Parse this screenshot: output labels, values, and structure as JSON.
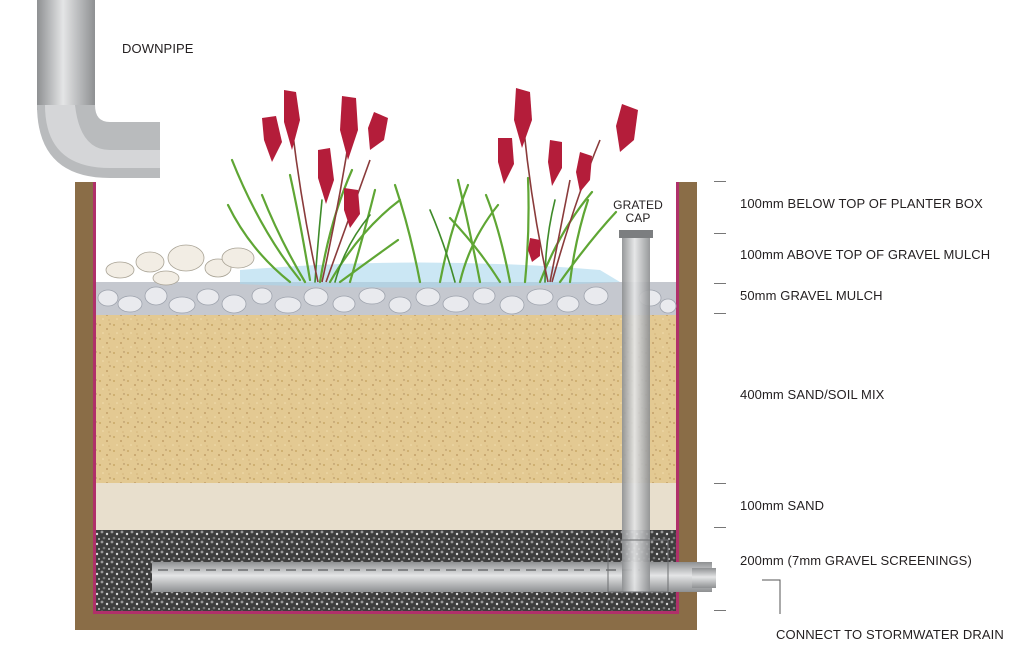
{
  "labels": {
    "downpipe": "DOWNPIPE",
    "grated_cap_line1": "GRATED",
    "grated_cap_line2": "CAP",
    "below_top": "100mm BELOW TOP OF PLANTER BOX",
    "above_gravel": "100mm ABOVE TOP OF GRAVEL MULCH",
    "gravel_mulch": "50mm GRAVEL MULCH",
    "sand_soil": "400mm SAND/SOIL MIX",
    "sand": "100mm SAND",
    "screenings": "200mm (7mm GRAVEL SCREENINGS)",
    "connect": "CONNECT TO STORMWATER DRAIN"
  },
  "colors": {
    "box_wood": "#8a6d47",
    "box_liner": "#b0306a",
    "sand_soil": "#e3c992",
    "sand": "#e8dfcd",
    "gravel_screenings": "#4c4c4c",
    "pipe": "#b9bbbd",
    "water": "#a9d7ec",
    "grass": "#5fa634",
    "flower": "#b41d3a"
  }
}
